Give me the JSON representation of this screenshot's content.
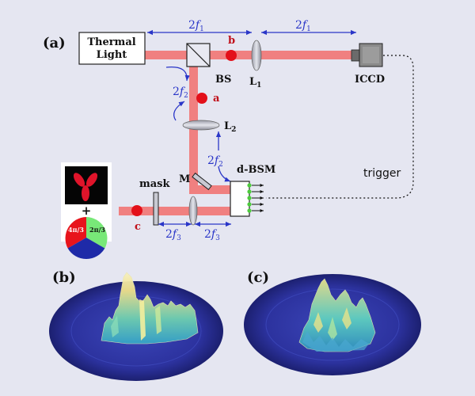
{
  "panels": {
    "a": "(a)",
    "b": "(b)",
    "c": "(c)"
  },
  "labels": {
    "thermal_light": [
      "Thermal",
      "Light"
    ],
    "bs": "BS",
    "l1": "L",
    "l1_sub": "1",
    "l2": "L",
    "l2_sub": "2",
    "iccd": "ICCD",
    "trigger": "trigger",
    "d_bsm": "d-BSM",
    "mask": "mask",
    "m": "M",
    "point_a": "a",
    "point_b": "b",
    "point_c": "c",
    "plus": "+",
    "phase_4pi3": "4π/3",
    "phase_2pi3": "2π/3"
  },
  "distances": {
    "top_left": {
      "num": "2",
      "f": "f",
      "sub": "1"
    },
    "top_right": {
      "num": "2",
      "f": "f",
      "sub": "1"
    },
    "vertical_upper": {
      "num": "2",
      "f": "f",
      "sub": "2"
    },
    "vertical_lower": {
      "num": "2",
      "f": "f",
      "sub": "2"
    },
    "bottom_left": {
      "num": "2",
      "f": "f",
      "sub": "3"
    },
    "bottom_right": {
      "num": "2",
      "f": "f",
      "sub": "3"
    }
  },
  "colors": {
    "background": "#e5e6f1",
    "beam": "#f08080",
    "point": "#e3101a",
    "arrow": "#2a36c8",
    "label_red": "#c0101a",
    "sector_red": "#e8141c",
    "sector_green": "#78e878",
    "sector_blue": "#1e2aa8",
    "plot_base": "#2a2f9a"
  },
  "icons": [
    "thermal-light-source",
    "beam-splitter-cube",
    "lens",
    "mirror",
    "ccd-camera",
    "mask-plate",
    "bsm-detector-array",
    "trefoil-pattern",
    "phase-pie-chart"
  ]
}
